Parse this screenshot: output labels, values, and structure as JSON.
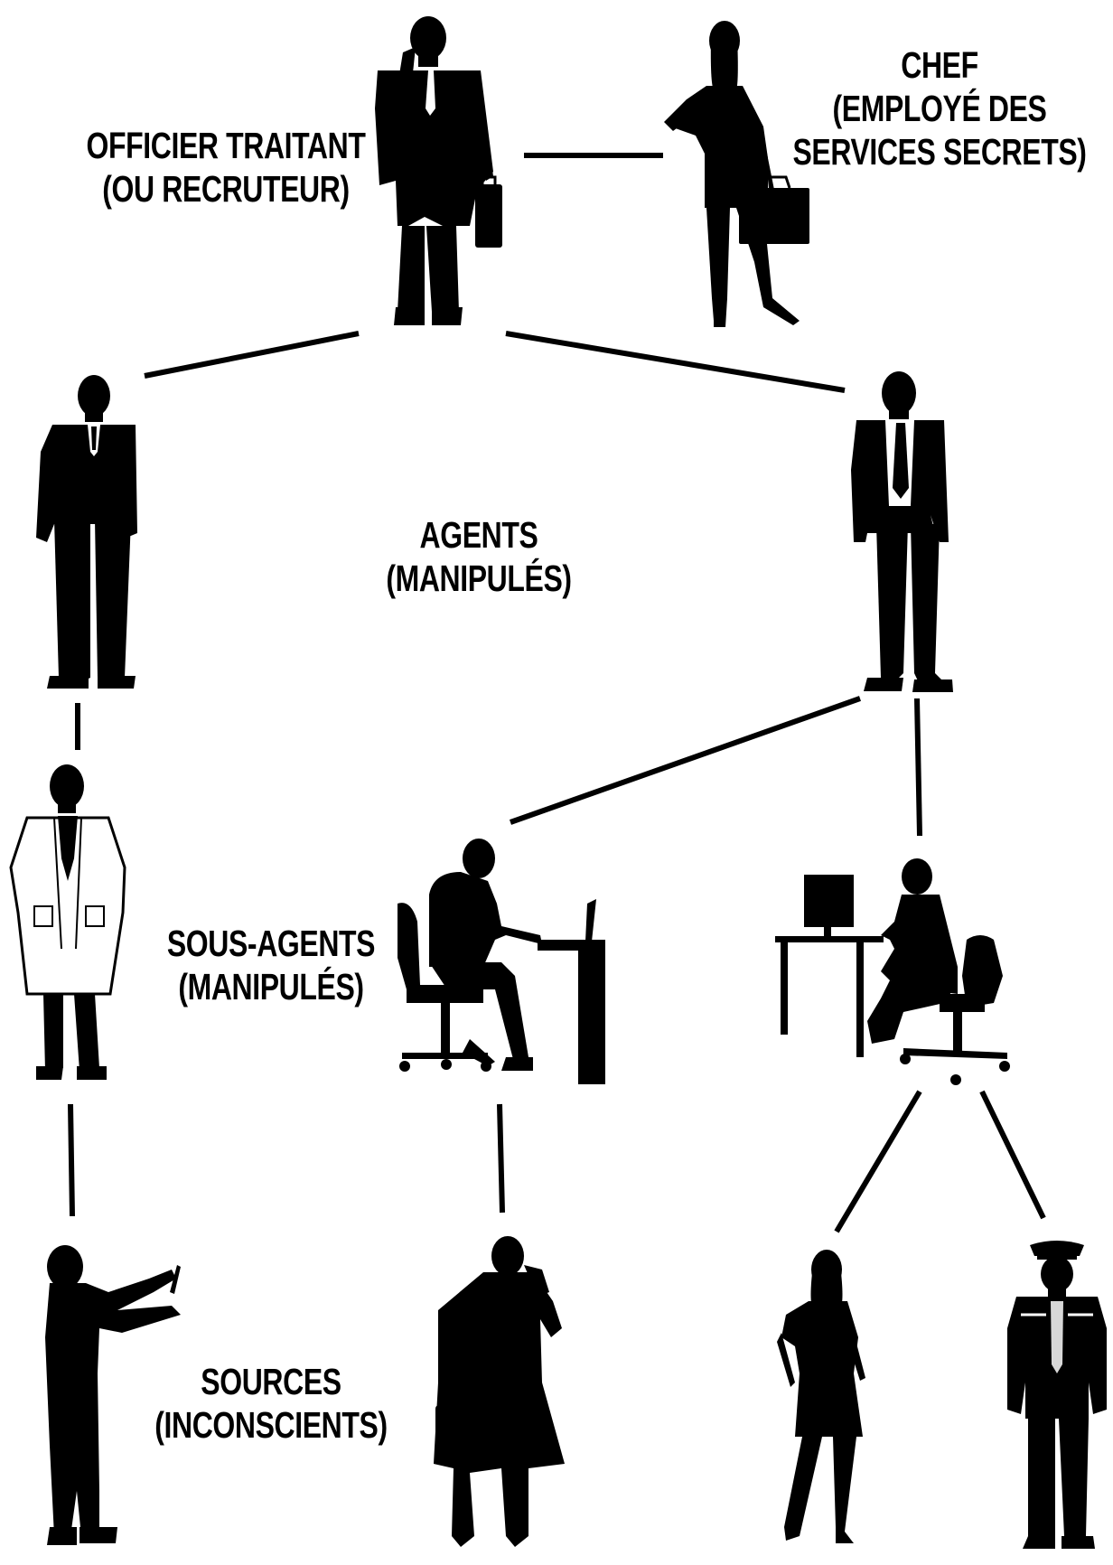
{
  "labels": {
    "officer": {
      "line1": "OFFICIER TRAITANT",
      "line2": "(OU RECRUTEUR)"
    },
    "chef": {
      "line1": "CHEF",
      "line2": "(EMPLOYÉ DES",
      "line3": "SERVICES SECRETS)"
    },
    "agents": {
      "line1": "AGENTS",
      "line2": "(MANIPULÉS)"
    },
    "sous_agents": {
      "line1": "SOUS-AGENTS",
      "line2": "(MANIPULÉS)"
    },
    "sources": {
      "line1": "SOURCES",
      "line2": "(INCONSCIENTS)"
    }
  },
  "figures": [
    {
      "id": "officer",
      "icon": "man-phone-briefcase-icon"
    },
    {
      "id": "chef",
      "icon": "woman-briefcase-icon"
    },
    {
      "id": "agent-left",
      "icon": "man-suit-icon"
    },
    {
      "id": "agent-right",
      "icon": "man-suit-tie-icon"
    },
    {
      "id": "sous-agent-doctor",
      "icon": "doctor-lab-coat-icon"
    },
    {
      "id": "sous-agent-laptop",
      "icon": "man-laptop-desk-icon"
    },
    {
      "id": "sous-agent-computer",
      "icon": "man-computer-desk-icon"
    },
    {
      "id": "source-syringe",
      "icon": "man-syringe-icon"
    },
    {
      "id": "source-coat",
      "icon": "man-coat-phone-icon"
    },
    {
      "id": "source-woman",
      "icon": "woman-dress-icon"
    },
    {
      "id": "source-guard",
      "icon": "security-guard-icon"
    }
  ],
  "colors": {
    "ink": "#000000",
    "background": "#ffffff",
    "coat": "#ffffff",
    "tie": "#d8d8d8"
  }
}
